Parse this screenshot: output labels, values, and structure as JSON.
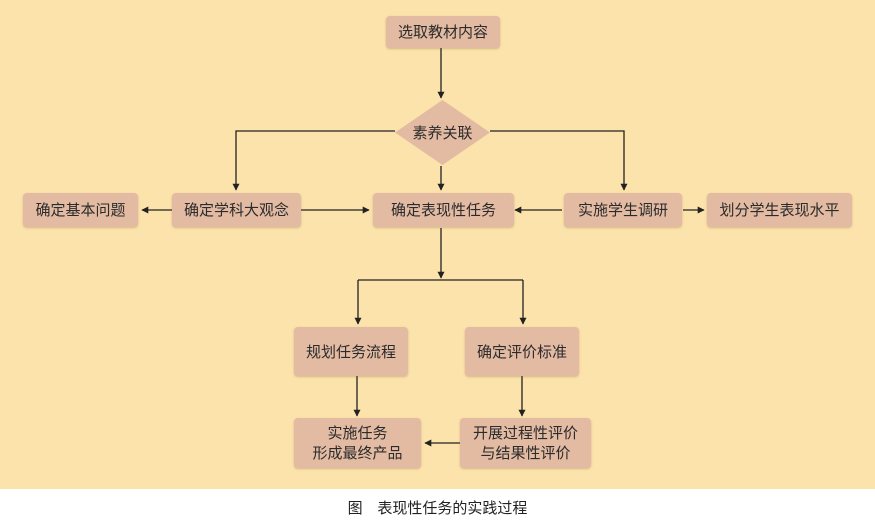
{
  "nodes": {
    "select_content": "选取教材内容",
    "literacy_link": "素养关联",
    "basic_question": "确定基本问题",
    "big_idea": "确定学科大观念",
    "performance_task": "确定表现性任务",
    "student_survey": "实施学生调研",
    "student_level": "划分学生表现水平",
    "task_flow": "规划任务流程",
    "eval_standard": "确定评价标准",
    "implement_task": [
      "实施任务",
      "形成最终产品"
    ],
    "process_eval": [
      "开展过程性评价",
      "与结果性评价"
    ]
  },
  "caption": "图 表现性任务的实践过程",
  "colors": {
    "background": "#fbe3ab",
    "node_fill": "#e3bba3",
    "arrow": "#222222"
  }
}
